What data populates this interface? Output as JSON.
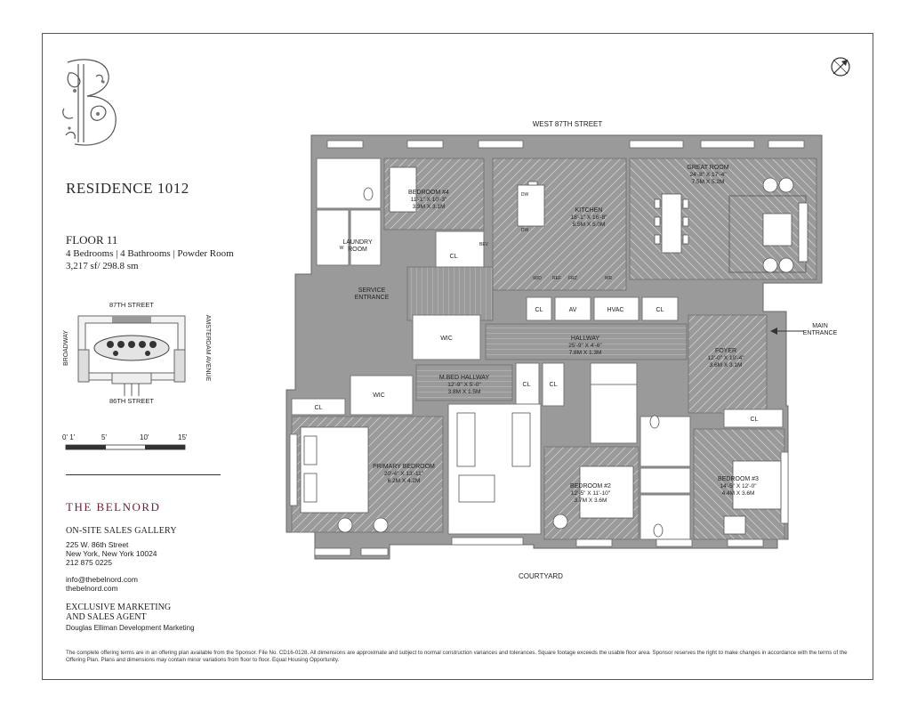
{
  "residence_title": "RESIDENCE 1012",
  "floor": "FLOOR 11",
  "rooms_summary": "4 Bedrooms | 4 Bathrooms | Powder Room",
  "area": "3,217 sf/ 298.8 sm",
  "keyplan": {
    "north_street": "87TH STREET",
    "south_street": "86TH STREET",
    "west_avenue": "BROADWAY",
    "east_avenue": "AMSTERDAM AVENUE"
  },
  "scale": [
    "0' 1'",
    "5'",
    "10'",
    "15'"
  ],
  "brand": "THE BELNORD",
  "sales_gallery": {
    "title": "ON-SITE SALES GALLERY",
    "address1": "225 W. 86th Street",
    "address2": "New York, New York 10024",
    "phone": "212 875 0225",
    "email": "info@thebelnord.com",
    "web": "thebelnord.com"
  },
  "exclusive_line1": "EXCLUSIVE MARKETING",
  "exclusive_line2": "AND SALES AGENT",
  "agent": "Douglas Elliman Development Marketing",
  "disclaimer": "The complete offering terms are in an offering plan available from the Sponsor. File No. CD16-0128. All dimensions are approximate and subject to normal construction variances and tolerances. Square footage exceeds the usable floor area. Sponsor reserves the right to make changes in accordance with the terms of the Offering Plan. Plans and dimensions may contain minor variations from floor to floor. Equal Housing Opportunity.",
  "plan": {
    "street_north": "WEST 87TH STREET",
    "courtyard": "COURTYARD",
    "service_entrance": [
      "SERVICE",
      "ENTRANCE"
    ],
    "main_entrance": [
      "MAIN",
      "ENTRANCE"
    ],
    "rooms": {
      "great_room": [
        "GREAT ROOM",
        "24'-8\" X 17'-4\"",
        "7.5M X 5.2M"
      ],
      "kitchen": [
        "KITCHEN",
        "18'-1\" X 16'-8\"",
        "5.5M X 5.0M"
      ],
      "bedroom4": [
        "BEDROOM #4",
        "11'-1\" X 10'-3\"",
        "3.3M X 3.1M"
      ],
      "laundry": [
        "LAUNDRY",
        "ROOM"
      ],
      "hallway": [
        "HALLWAY",
        "25'-9\" X 4'-6\"",
        "7.8M X 1.3M"
      ],
      "foyer": [
        "FOYER",
        "12'-0\" X 10'-4\"",
        "3.6M X 3.1M"
      ],
      "mbed_hallway": [
        "M.BED HALLWAY",
        "12'-9\" X 5'-0\"",
        "3.8M X 1.5M"
      ],
      "primary": [
        "PRIMARY BEDROOM",
        "20'-4\" X 13'-11\"",
        "6.2M X 4.2M"
      ],
      "bedroom2": [
        "BEDROOM #2",
        "12'-5\" X 11'-10\"",
        "3.7M X 3.6M"
      ],
      "bedroom3": [
        "BEDROOM #3",
        "14'-5\" X 12'-0\"",
        "4.4M X 3.6M"
      ]
    },
    "labels": {
      "cl": "CL",
      "wic": "WIC",
      "av": "AV",
      "hvac": "HVAC",
      "dw": "DW",
      "wd": "W/D",
      "ref": "REF",
      "frz": "FRZ",
      "wr": "WR",
      "bev": "BEV",
      "w": "W"
    }
  }
}
